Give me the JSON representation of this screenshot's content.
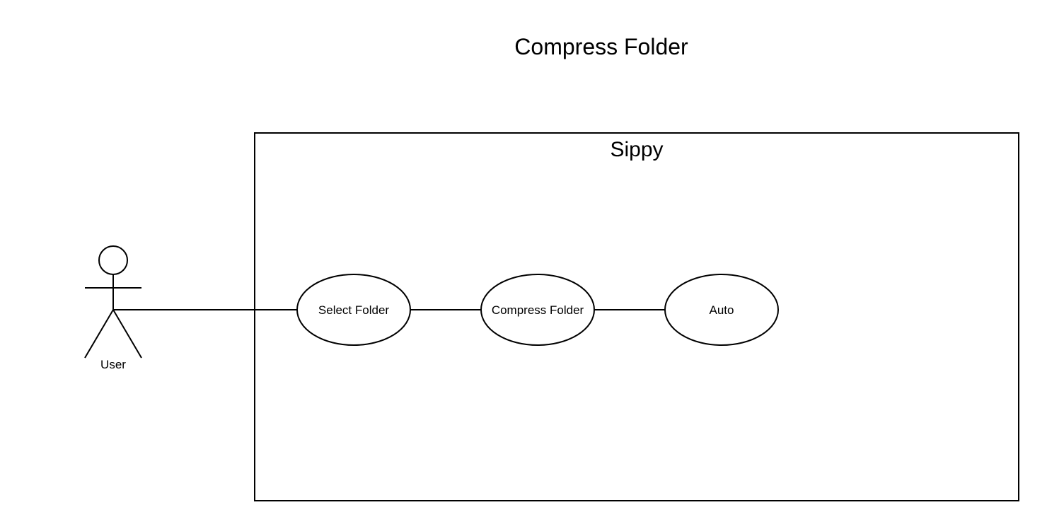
{
  "diagram": {
    "title": "Compress Folder",
    "system": {
      "name": "Sippy"
    },
    "actor": {
      "name": "User"
    },
    "use_cases": [
      {
        "id": "select-folder",
        "label": "Select Folder"
      },
      {
        "id": "compress-folder",
        "label": "Compress Folder"
      },
      {
        "id": "auto",
        "label": "Auto"
      }
    ],
    "associations": [
      {
        "from": "User",
        "to": "select-folder"
      },
      {
        "from": "select-folder",
        "to": "compress-folder"
      },
      {
        "from": "compress-folder",
        "to": "auto"
      }
    ],
    "colors": {
      "line": "#000000",
      "background": "#ffffff"
    }
  }
}
